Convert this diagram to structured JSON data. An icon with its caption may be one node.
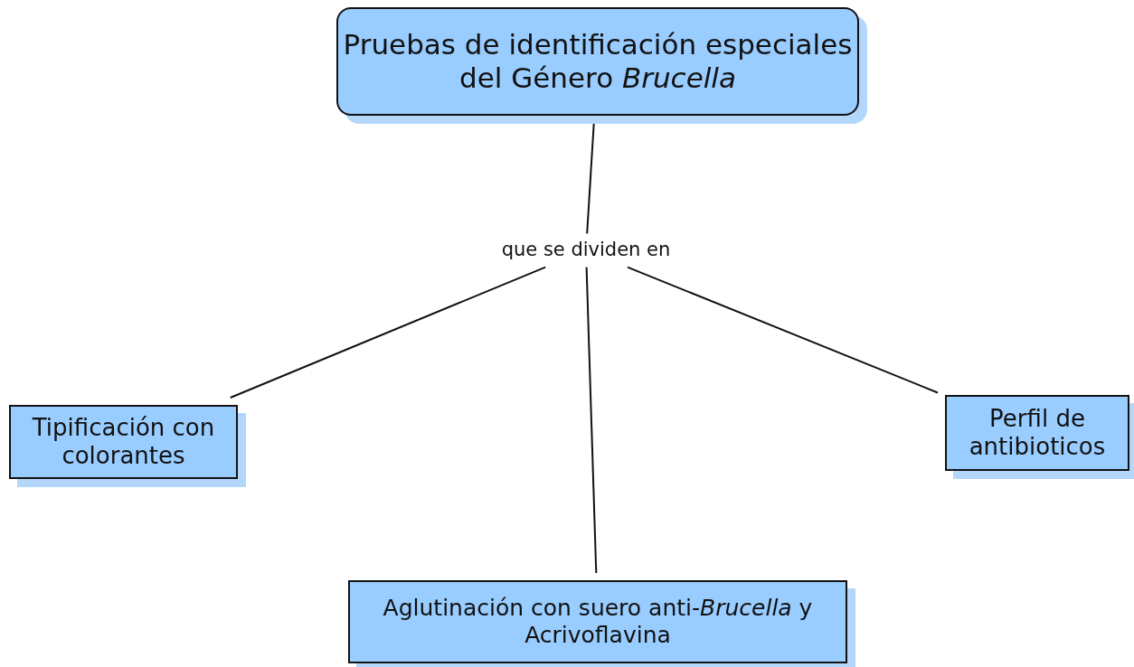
{
  "diagram": {
    "nodes": [
      {
        "text": [
          "Pruebas de identificación especiales del Género *Brucella*"
        ]
      },
      {
        "text": [
          "que se dividen en"
        ]
      },
      {
        "text": [
          "Tipificación con colorantes"
        ]
      },
      {
        "text": [
          "Perfil de antibioticos"
        ]
      },
      {
        "text": [
          "Aglutinación con suero anti-*Brucella* y Acrivoflavina"
        ]
      }
    ],
    "edges": [
      {
        "from": 0,
        "to": 1,
        "arrow": "none"
      },
      {
        "from": 1,
        "to": 2,
        "arrow": "none"
      },
      {
        "from": 1,
        "to": 4,
        "arrow": "none"
      },
      {
        "from": 1,
        "to": 3,
        "arrow": "none"
      }
    ]
  }
}
